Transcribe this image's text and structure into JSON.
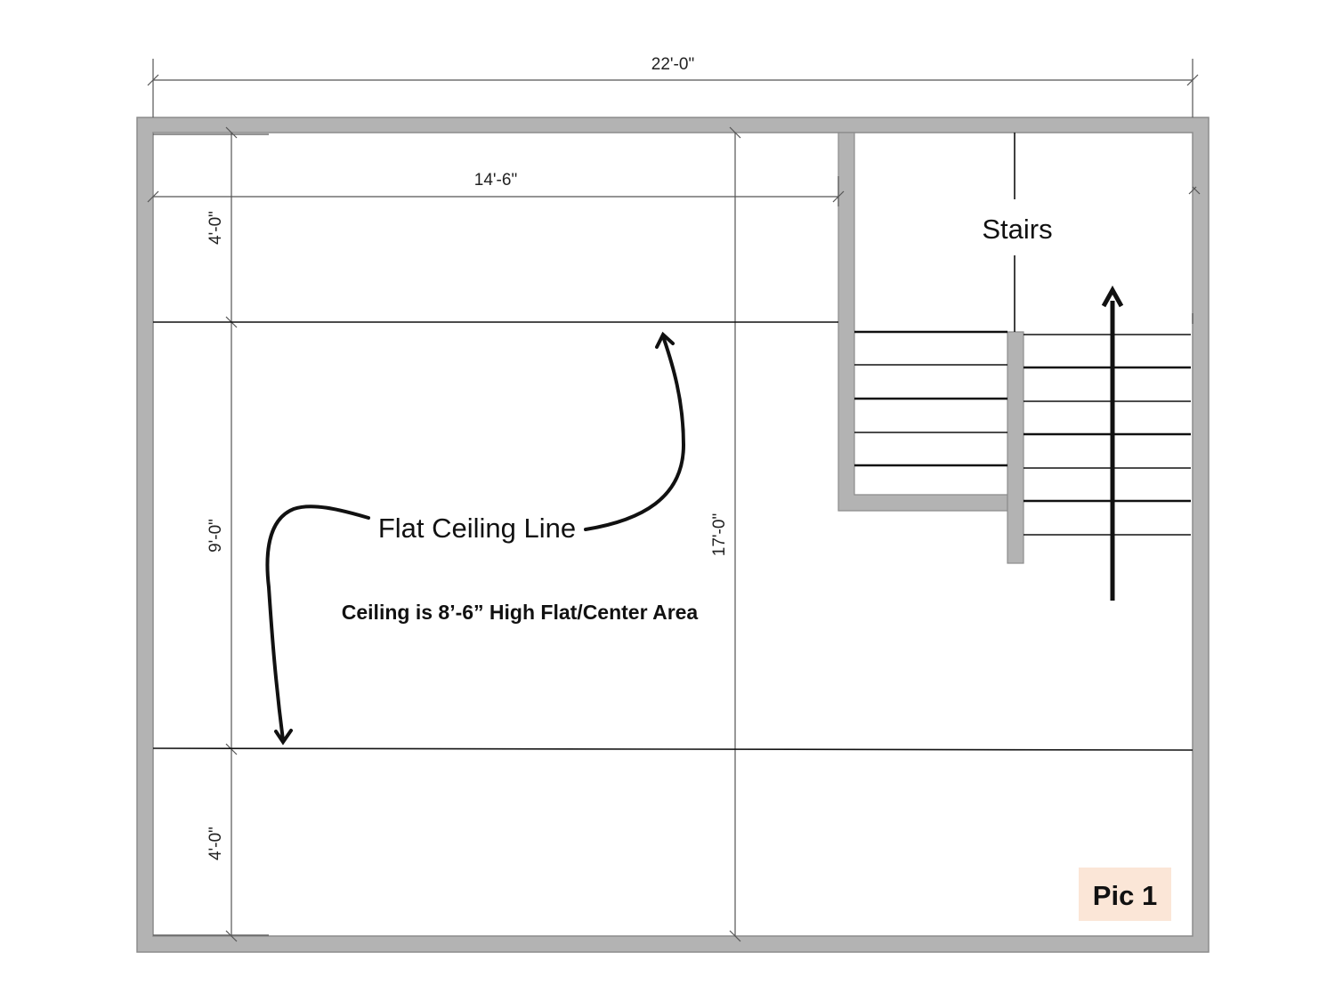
{
  "dimensions": {
    "overall_width": "22'-0\"",
    "inner_width": "14'-6\"",
    "top_depth": "4'-0\"",
    "middle_depth": "9'-0\"",
    "bottom_depth": "4'-0\"",
    "overall_depth": "17'-0\""
  },
  "labels": {
    "stairs": "Stairs",
    "flat_ceiling_line": "Flat Ceiling Line",
    "ceiling_note": "Ceiling is 8’-6” High Flat/Center Area",
    "pic_tag": "Pic 1"
  },
  "colors": {
    "wall": "#b3b3b3",
    "wall_edge": "#8c8c8c",
    "line": "#111111",
    "dim_line": "#555555",
    "pic_tag_bg": "#fbe6d7"
  }
}
